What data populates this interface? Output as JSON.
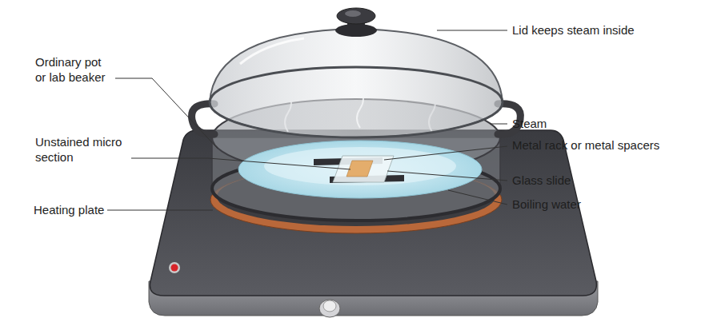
{
  "diagram": {
    "labels": [
      "Lid keeps steam inside",
      "Ordinary pot or lab beaker",
      "Steam",
      "Unstained micro section",
      "Metal rack or metal spacers",
      "Glass slide",
      "Heating plate",
      "Boiling water"
    ]
  }
}
